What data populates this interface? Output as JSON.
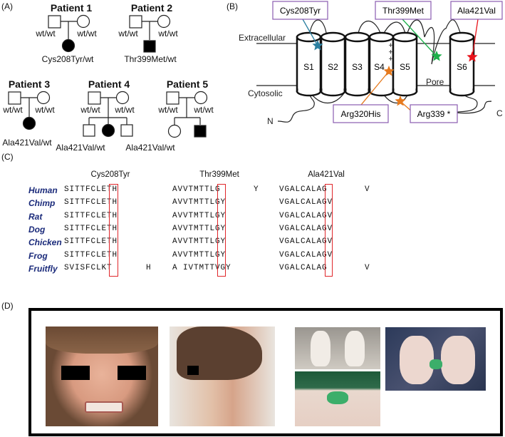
{
  "panel_a": {
    "label": "(A)",
    "patients": [
      {
        "title": "Patient 1",
        "father": "wt/wt",
        "mother": "wt/wt",
        "child": "Cys208Tyr/wt"
      },
      {
        "title": "Patient 2",
        "father": "wt/wt",
        "mother": "wt/wt",
        "child": "Thr399Met/wt"
      },
      {
        "title": "Patient 3",
        "father": "wt/wt",
        "mother": "wt/wt",
        "child": "Ala421Val/wt"
      },
      {
        "title": "Patient 4",
        "father": "wt/wt",
        "mother": "wt/wt",
        "child": "Ala421Val/wt"
      },
      {
        "title": "Patient 5",
        "father": "wt/wt",
        "mother": "wt/wt",
        "child": "Ala421Val/wt"
      }
    ]
  },
  "panel_b": {
    "label": "(B)",
    "extracellular": "Extracellular",
    "cytosolic": "Cytosolic",
    "pore": "Pore",
    "n_term": "N",
    "c_term": "C",
    "segments": [
      "S1",
      "S2",
      "S3",
      "S4",
      "S5",
      "S6"
    ],
    "charges": "+ + +",
    "mutations": [
      {
        "label": "Cys208Tyr",
        "color": "#2b7fa0"
      },
      {
        "label": "Thr399Met",
        "color": "#1db04a"
      },
      {
        "label": "Ala421Val",
        "color": "#e8141c"
      },
      {
        "label": "Arg320His",
        "color": "#e67a1e"
      },
      {
        "label": "Arg339 *",
        "color": "#e67a1e"
      }
    ],
    "box_color": "#8a5cb0"
  },
  "panel_c": {
    "label": "(C)",
    "headers": [
      "Cys208Tyr",
      "Thr399Met",
      "Ala421Val"
    ],
    "rows": [
      {
        "species": "Human",
        "seq1": "SITTFCLETH",
        "seq2": "AVVTMTTLG",
        "seq3": "VGALCALAG",
        "extra2": "Y",
        "extra3": "V"
      },
      {
        "species": "Chimp",
        "seq1": "SITTFCLETH",
        "seq2": "AVVTMTTLGY",
        "seq3": "VGALCALAGV"
      },
      {
        "species": "Rat",
        "seq1": "SITTFCLETH",
        "seq2": "AVVTMTTLGY",
        "seq3": "VGALCALAGV"
      },
      {
        "species": "Dog",
        "seq1": "SITTFCLETH",
        "seq2": "AVVTMTTLGY",
        "seq3": "VGALCALAGV"
      },
      {
        "species": "Chicken",
        "seq1": "SITTFCLETH",
        "seq2": "AVVTMTTLGY",
        "seq3": "VGALCALAGV"
      },
      {
        "species": "Frog",
        "seq1": "SITTFCLETH",
        "seq2": "AVVTMTTLGY",
        "seq3": "VGALCALAGV"
      },
      {
        "species": "Fruitfly",
        "seq1": "SVISFCLKT",
        "seq2": "A IVTMTTVGY",
        "seq3": "VGALCALAG",
        "extra1": "H",
        "extra3": "V"
      }
    ]
  },
  "panel_d": {
    "label": "(D)"
  }
}
